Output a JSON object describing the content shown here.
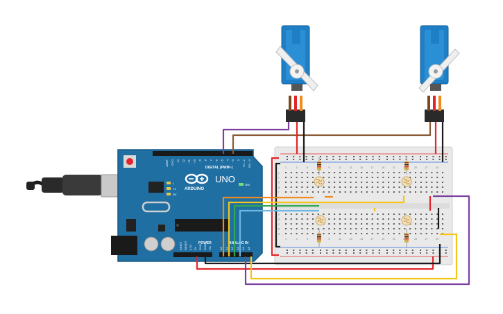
{
  "arduino": {
    "logo_text": "UNO",
    "brand_text": "ARDUINO",
    "digital_header_label": "DIGITAL (PWM~)",
    "power_header_label": "POWER",
    "analog_header_label": "ANALOG IN",
    "on_label": "ON",
    "tx_label": "TX",
    "rx_label": "RX",
    "l_label": "L",
    "digital_pin_labels": [
      "AREF",
      "GND",
      "13",
      "12",
      "~11",
      "~10",
      "~9",
      "8",
      "7",
      "~6",
      "~5",
      "4",
      "~3",
      "2",
      "TX→1",
      "RX←0"
    ],
    "power_pin_labels": [
      "IOREF",
      "RESET",
      "3.3V",
      "5V",
      "GND",
      "GND",
      "Vin"
    ],
    "analog_pin_labels": [
      "A0",
      "A1",
      "A2",
      "A3",
      "A4",
      "A5"
    ]
  },
  "breadboard": {
    "row_letters_top": [
      "j",
      "i",
      "h",
      "g",
      "f"
    ],
    "row_letters_bottom": [
      "e",
      "d",
      "c",
      "b",
      "a"
    ],
    "column_numbers": [
      "1",
      "3",
      "5",
      "7",
      "9",
      "11",
      "13",
      "15",
      "17",
      "19",
      "21",
      "23",
      "25",
      "27",
      "29"
    ]
  },
  "components": {
    "servos": [
      "servo-left",
      "servo-right"
    ],
    "photoresistors": 4,
    "resistors": 4
  },
  "colors": {
    "board_blue": "#1f6fa3",
    "wire_purple": "#7b3fa0",
    "wire_brown": "#8a5a34",
    "wire_red": "#e0262a",
    "wire_black": "#1a1a1a",
    "wire_orange": "#f08a1c",
    "wire_yellow": "#f5c518",
    "wire_green": "#34a853",
    "wire_lightblue": "#6fb6e3"
  }
}
